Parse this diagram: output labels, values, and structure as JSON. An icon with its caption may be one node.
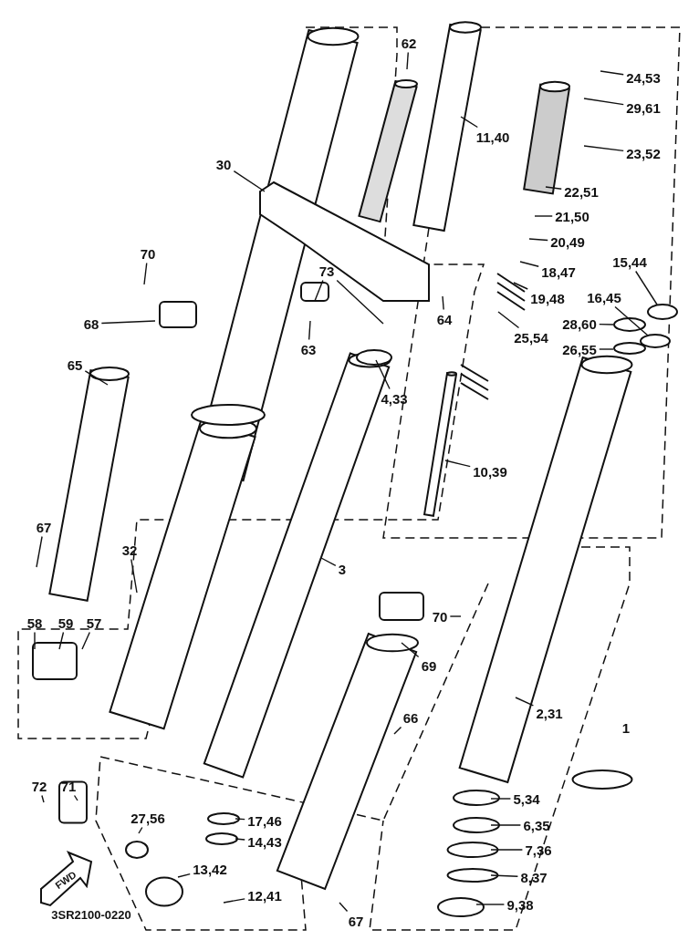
{
  "diagram": {
    "nodes": [
      {
        "text": [
          "62"
        ]
      },
      {
        "text": [
          "24,53"
        ]
      },
      {
        "text": [
          "29,61"
        ]
      },
      {
        "text": [
          "11,40"
        ]
      },
      {
        "text": [
          "23,52"
        ]
      },
      {
        "text": [
          "30"
        ]
      },
      {
        "text": [
          "22,51"
        ]
      },
      {
        "text": [
          "21,50"
        ]
      },
      {
        "text": [
          "20,49"
        ]
      },
      {
        "text": [
          "70"
        ]
      },
      {
        "text": [
          "15,44"
        ]
      },
      {
        "text": [
          "73"
        ]
      },
      {
        "text": [
          "18,47"
        ]
      },
      {
        "text": [
          "16,45"
        ]
      },
      {
        "text": [
          "19,48"
        ]
      },
      {
        "text": [
          "64"
        ]
      },
      {
        "text": [
          "68"
        ]
      },
      {
        "text": [
          "28,60"
        ]
      },
      {
        "text": [
          "25,54"
        ]
      },
      {
        "text": [
          "63"
        ]
      },
      {
        "text": [
          "26,55"
        ]
      },
      {
        "text": [
          "65"
        ]
      },
      {
        "text": [
          "4,33"
        ]
      },
      {
        "text": [
          "10,39"
        ]
      },
      {
        "text": [
          "67"
        ]
      },
      {
        "text": [
          "32"
        ]
      },
      {
        "text": [
          "3"
        ]
      },
      {
        "text": [
          "70"
        ]
      },
      {
        "text": [
          "58"
        ]
      },
      {
        "text": [
          "59"
        ]
      },
      {
        "text": [
          "57"
        ]
      },
      {
        "text": [
          "69"
        ]
      },
      {
        "text": [
          "2,31"
        ]
      },
      {
        "text": [
          "66"
        ]
      },
      {
        "text": [
          "72"
        ]
      },
      {
        "text": [
          "71"
        ]
      },
      {
        "text": [
          "5,34"
        ]
      },
      {
        "text": [
          "27,56"
        ]
      },
      {
        "text": [
          "17,46"
        ]
      },
      {
        "text": [
          "6,35"
        ]
      },
      {
        "text": [
          "14,43"
        ]
      },
      {
        "text": [
          "7,36"
        ]
      },
      {
        "text": [
          "13,42"
        ]
      },
      {
        "text": [
          "8,37"
        ]
      },
      {
        "text": [
          "12,41"
        ]
      },
      {
        "text": [
          "9,38"
        ]
      },
      {
        "text": [
          "67"
        ]
      }
    ],
    "edges": [
      {
        "from": 0,
        "to": null,
        "arrow": "none"
      },
      {
        "from": 1,
        "to": null,
        "arrow": "none"
      },
      {
        "from": 2,
        "to": null,
        "arrow": "none"
      },
      {
        "from": 3,
        "to": null,
        "arrow": "none"
      },
      {
        "from": 4,
        "to": null,
        "arrow": "none"
      },
      {
        "from": 5,
        "to": null,
        "arrow": "none"
      },
      {
        "from": 6,
        "to": null,
        "arrow": "none"
      },
      {
        "from": 7,
        "to": null,
        "arrow": "none"
      },
      {
        "from": 8,
        "to": null,
        "arrow": "none"
      },
      {
        "from": 9,
        "to": null,
        "arrow": "none"
      },
      {
        "from": 10,
        "to": null,
        "arrow": "none"
      },
      {
        "from": 11,
        "to": null,
        "arrow": "none"
      },
      {
        "from": 11,
        "to": null,
        "arrow": "none"
      },
      {
        "from": 12,
        "to": null,
        "arrow": "none"
      },
      {
        "from": 13,
        "to": null,
        "arrow": "none"
      },
      {
        "from": 14,
        "to": null,
        "arrow": "none"
      },
      {
        "from": 15,
        "to": null,
        "arrow": "none"
      },
      {
        "from": 16,
        "to": null,
        "arrow": "none"
      },
      {
        "from": 17,
        "to": null,
        "arrow": "none"
      },
      {
        "from": 18,
        "to": null,
        "arrow": "none"
      },
      {
        "from": 19,
        "to": null,
        "arrow": "none"
      },
      {
        "from": 20,
        "to": null,
        "arrow": "none"
      },
      {
        "from": 21,
        "to": null,
        "arrow": "none"
      },
      {
        "from": 22,
        "to": null,
        "arrow": "none"
      },
      {
        "from": 23,
        "to": null,
        "arrow": "none"
      },
      {
        "from": 24,
        "to": null,
        "arrow": "none"
      },
      {
        "from": 25,
        "to": null,
        "arrow": "none"
      },
      {
        "from": 26,
        "to": null,
        "arrow": "none"
      },
      {
        "from": 27,
        "to": null,
        "arrow": "none"
      },
      {
        "from": 28,
        "to": null,
        "arrow": "none"
      },
      {
        "from": 29,
        "to": null,
        "arrow": "none"
      },
      {
        "from": 30,
        "to": null,
        "arrow": "none"
      },
      {
        "from": 31,
        "to": null,
        "arrow": "none"
      },
      {
        "from": 32,
        "to": null,
        "arrow": "none"
      },
      {
        "from": 33,
        "to": null,
        "arrow": "none"
      },
      {
        "from": 34,
        "to": null,
        "arrow": "none"
      },
      {
        "from": 35,
        "to": null,
        "arrow": "none"
      },
      {
        "from": 36,
        "to": null,
        "arrow": "none"
      },
      {
        "from": 37,
        "to": null,
        "arrow": "none"
      },
      {
        "from": 38,
        "to": null,
        "arrow": "none"
      },
      {
        "from": 39,
        "to": null,
        "arrow": "none"
      },
      {
        "from": 40,
        "to": null,
        "arrow": "none"
      },
      {
        "from": 41,
        "to": null,
        "arrow": "none"
      },
      {
        "from": 42,
        "to": null,
        "arrow": "none"
      },
      {
        "from": 43,
        "to": null,
        "arrow": "none"
      },
      {
        "from": 44,
        "to": null,
        "arrow": "none"
      },
      {
        "from": 45,
        "to": null,
        "arrow": "none"
      },
      {
        "from": 46,
        "to": null,
        "arrow": "none"
      }
    ],
    "labels": [
      "1",
      "FWD",
      "3SR2100-0220"
    ]
  }
}
